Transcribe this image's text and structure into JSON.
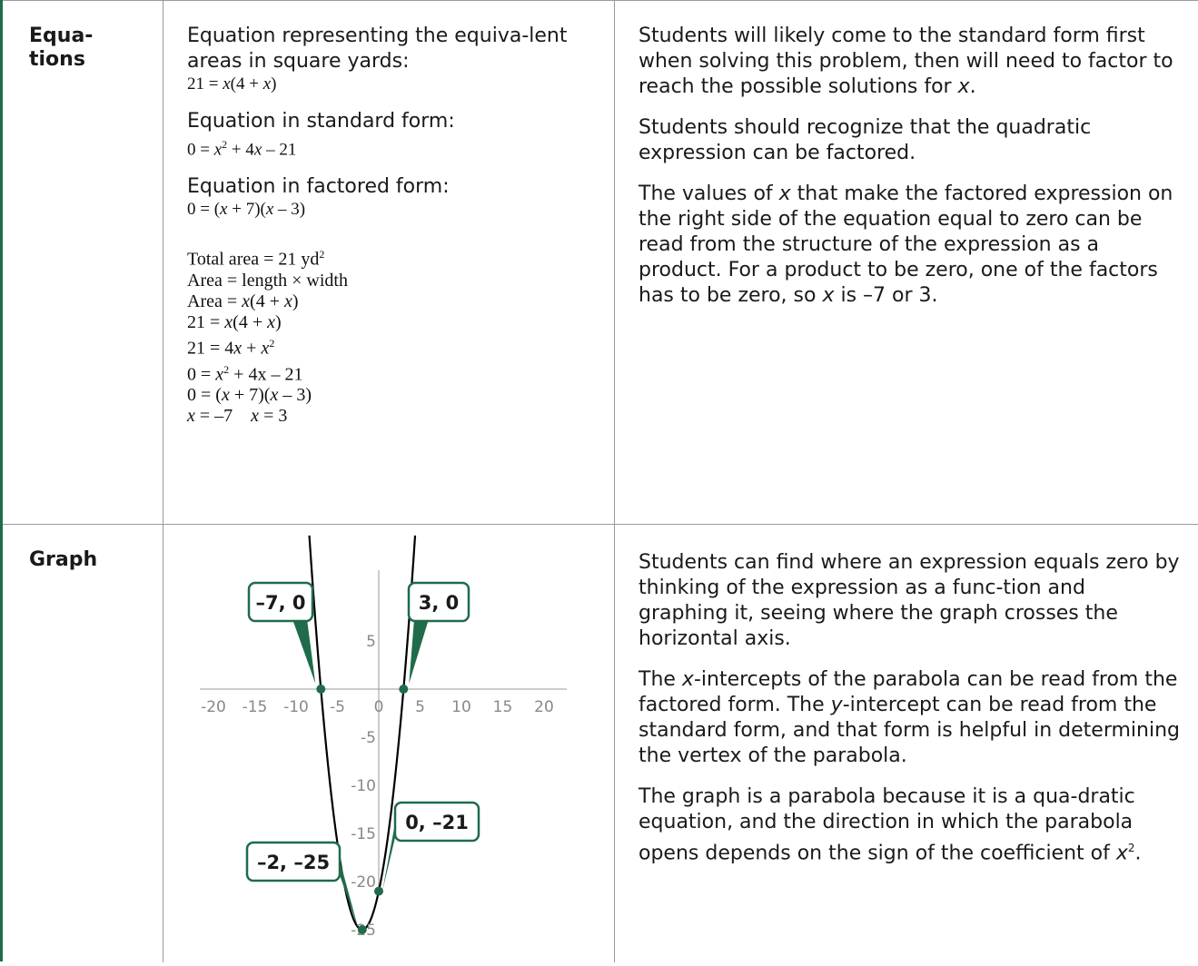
{
  "rows": [
    {
      "label_line1": "Equa-",
      "label_line2": "tions",
      "middle": {
        "item1_desc": "Equation representing the equiva-lent areas in square yards:",
        "item1_math": "21 = x(4 + x)",
        "item2_desc": "Equation in standard form:",
        "item2_math": "0 = x² + 4x – 21",
        "item3_desc": "Equation in factored form:",
        "item3_math": "0 = (x + 7)(x – 3)",
        "work": [
          "Total area = 21 yd²",
          "Area = length × width",
          "Area = x(4 + x)",
          "21 = x(4 + x)",
          "21 = 4x + x²",
          "0 = x² + 4x – 21",
          "0 = (x + 7)(x – 3)",
          "x = –7    x = 3"
        ]
      },
      "right": [
        "Students will likely come to the standard form first when solving this problem, then will need to factor to reach the possible solutions for x.",
        "Students should recognize that the quadratic expression can be factored.",
        "The values of x that make the factored expression on the right side of the equation equal to zero can be read from the structure of the expression as a product. For a product to be zero, one of the factors has to be zero, so x is –7 or 3."
      ]
    },
    {
      "label_line1": "Graph",
      "right": [
        "Students can find where an expression equals zero by thinking of the expression as a func-tion and graphing it, seeing where the graph crosses the horizontal axis.",
        "The x-intercepts of the parabola can be read from the factored form. The y-intercept can be read from the standard form, and that form is helpful in determining the vertex of the parabola.",
        "The graph is a parabola because it is a qua-dratic equation, and the direction in which the parabola opens depends on the sign of the coefficient of x²."
      ]
    }
  ],
  "chart_data": {
    "type": "line",
    "function": "y = x^2 + 4x - 21",
    "xlim": [
      -22,
      22
    ],
    "ylim": [
      -28,
      12
    ],
    "x_ticks": [
      "-20",
      "-15",
      "-10",
      "-5",
      "0",
      "5",
      "10",
      "15",
      "20"
    ],
    "y_ticks": [
      "5",
      "-5",
      "-10",
      "-15",
      "-20",
      "-25"
    ],
    "curve_color": "#000000",
    "point_color": "#1f6b4a",
    "points": [
      {
        "x": -7,
        "y": 0,
        "label": "–7, 0"
      },
      {
        "x": 3,
        "y": 0,
        "label": "3, 0"
      },
      {
        "x": 0,
        "y": -21,
        "label": "0, –21"
      },
      {
        "x": -2,
        "y": -25,
        "label": "–2, –25"
      }
    ],
    "grid": false
  }
}
